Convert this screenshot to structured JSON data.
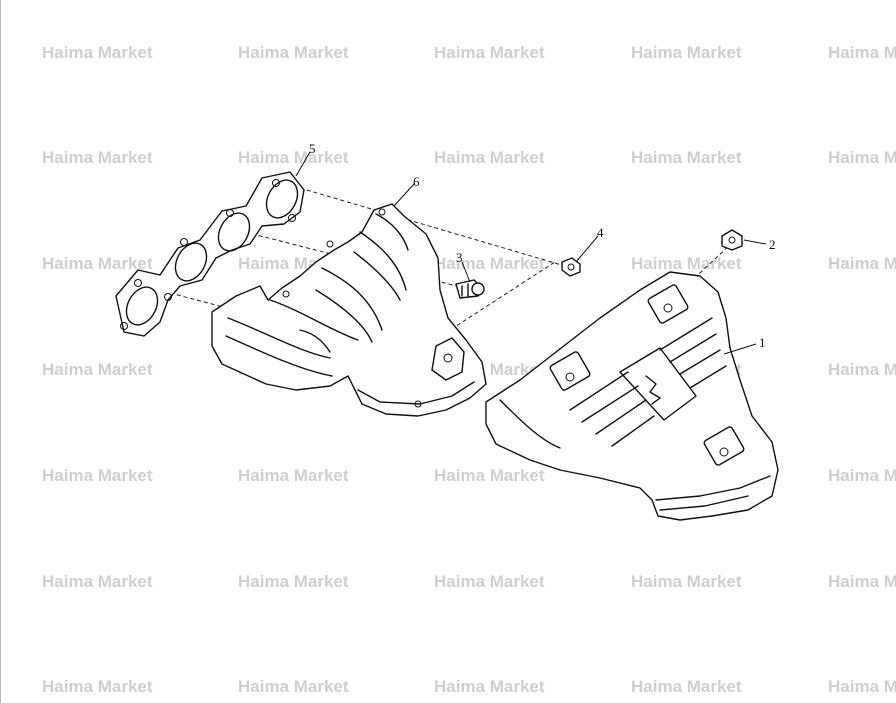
{
  "watermark": {
    "text": "Haima Market"
  },
  "callouts": [
    {
      "id": "1",
      "label": "1",
      "part": "heat-shield"
    },
    {
      "id": "2",
      "label": "2",
      "part": "shield-bolt"
    },
    {
      "id": "3",
      "label": "3",
      "part": "stud"
    },
    {
      "id": "4",
      "label": "4",
      "part": "nut"
    },
    {
      "id": "5",
      "label": "5",
      "part": "manifold-gasket"
    },
    {
      "id": "6",
      "label": "6",
      "part": "exhaust-manifold"
    }
  ],
  "colors": {
    "line": "#111111",
    "watermark": "#cfcfcf",
    "background": "#ffffff"
  }
}
